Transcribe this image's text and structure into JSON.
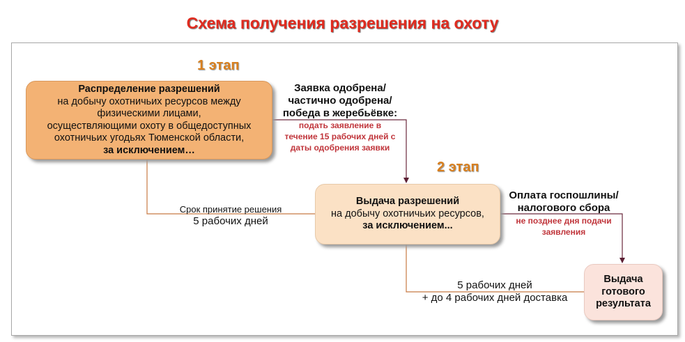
{
  "title": "Схема получения разрешения на охоту",
  "stages": {
    "stage1": "1 этап",
    "stage2": "2 этап"
  },
  "box1": {
    "line1": "Распределение разрешений",
    "line2": "на добычу охотничьих ресурсов между",
    "line3": "физическими лицами,",
    "line4": "осуществляющими охоту в общедоступных",
    "line5": "охотничьих угодьях Тюменской области,",
    "line6": "за исключением…"
  },
  "box2": {
    "line1": "Выдача разрешений",
    "line2": "на добычу охотничьих ресурсов,",
    "line3": "за исключением..."
  },
  "box3": {
    "line1": "Выдача",
    "line2": "готового",
    "line3": "результата"
  },
  "approved": {
    "line1": "Заявка одобрена/",
    "line2": "частично одобрена/",
    "line3": "победа в жеребьёвке:",
    "note1": "подать заявление в",
    "note2": "течение 15 рабочих дней с",
    "note3": "даты одобрения заявки"
  },
  "decision": {
    "line1": "Срок принятие решения",
    "line2": "5 рабочих дней"
  },
  "payment": {
    "line1": "Оплата госпошлины/",
    "line2": "налогового сбора",
    "note1": "не позднее дня подачи",
    "note2": "заявления"
  },
  "delivery": {
    "line1": "5 рабочих дней",
    "line2": "+ до 4 рабочих дней доставка"
  }
}
